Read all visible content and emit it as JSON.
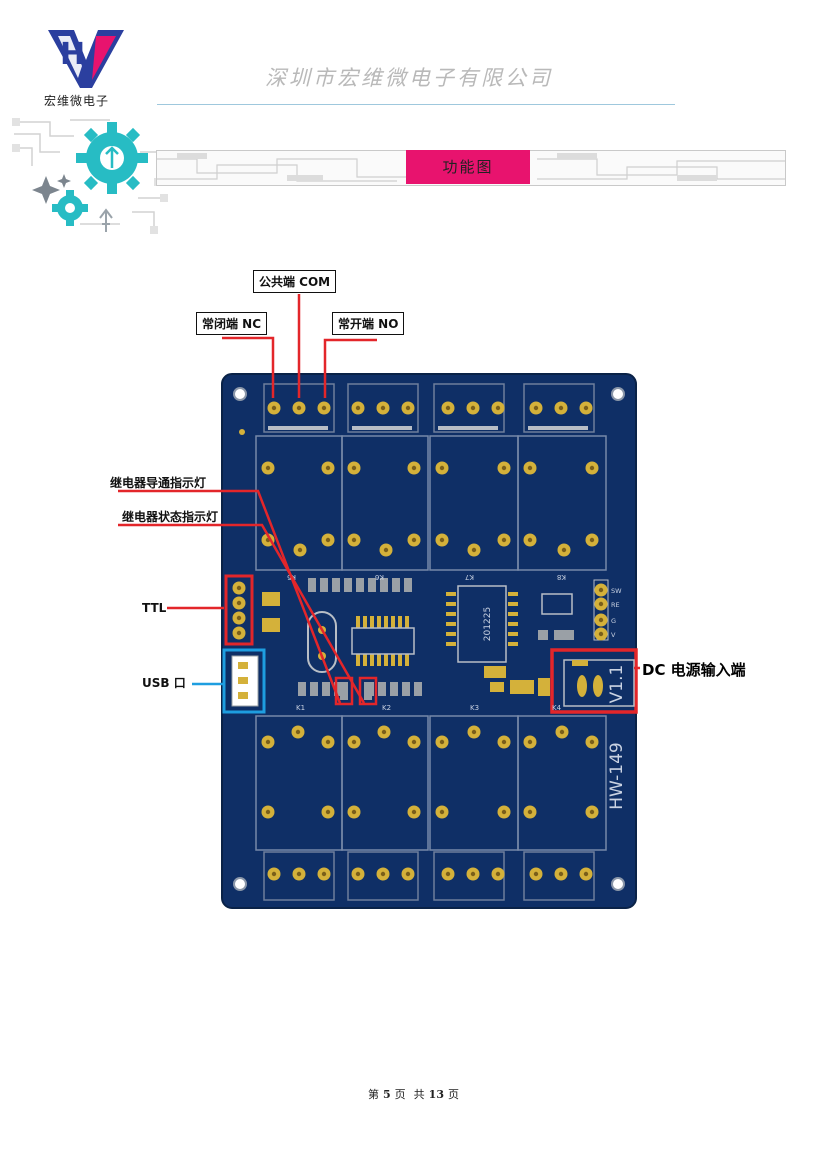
{
  "header": {
    "logo_text": "宏维微电子",
    "company_name": "深圳市宏维微电子有限公司",
    "section_title": "功能图"
  },
  "callouts": {
    "com": "公共端 COM",
    "nc": "常闭端 NC",
    "no": "常开端 NO",
    "relay_on_led": "继电器导通指示灯",
    "relay_status_led": "继电器状态指示灯",
    "ttl": "TTL",
    "usb": "USB 口",
    "dc": "DC 电源输入端"
  },
  "board": {
    "model": "HW-149",
    "version": "V1.1",
    "ic_marking": "201225",
    "pins": [
      "SW",
      "RE",
      "G",
      "V"
    ],
    "relay_labels_top": [
      "K5",
      "K6",
      "K7",
      "K8"
    ],
    "relay_labels_bottom": [
      "K1",
      "K2",
      "K3",
      "K4"
    ]
  },
  "footer": {
    "prefix": "第",
    "page": "5",
    "page_unit": "页",
    "total_prefix": "共",
    "total": "13",
    "total_unit": "页"
  },
  "colors": {
    "board": "#0f2f66",
    "pad": "#d4b13a",
    "accent": "#e8136e",
    "callout_red": "#e3262a",
    "callout_blue": "#1e9ee0",
    "gear": "#27bcc4"
  }
}
